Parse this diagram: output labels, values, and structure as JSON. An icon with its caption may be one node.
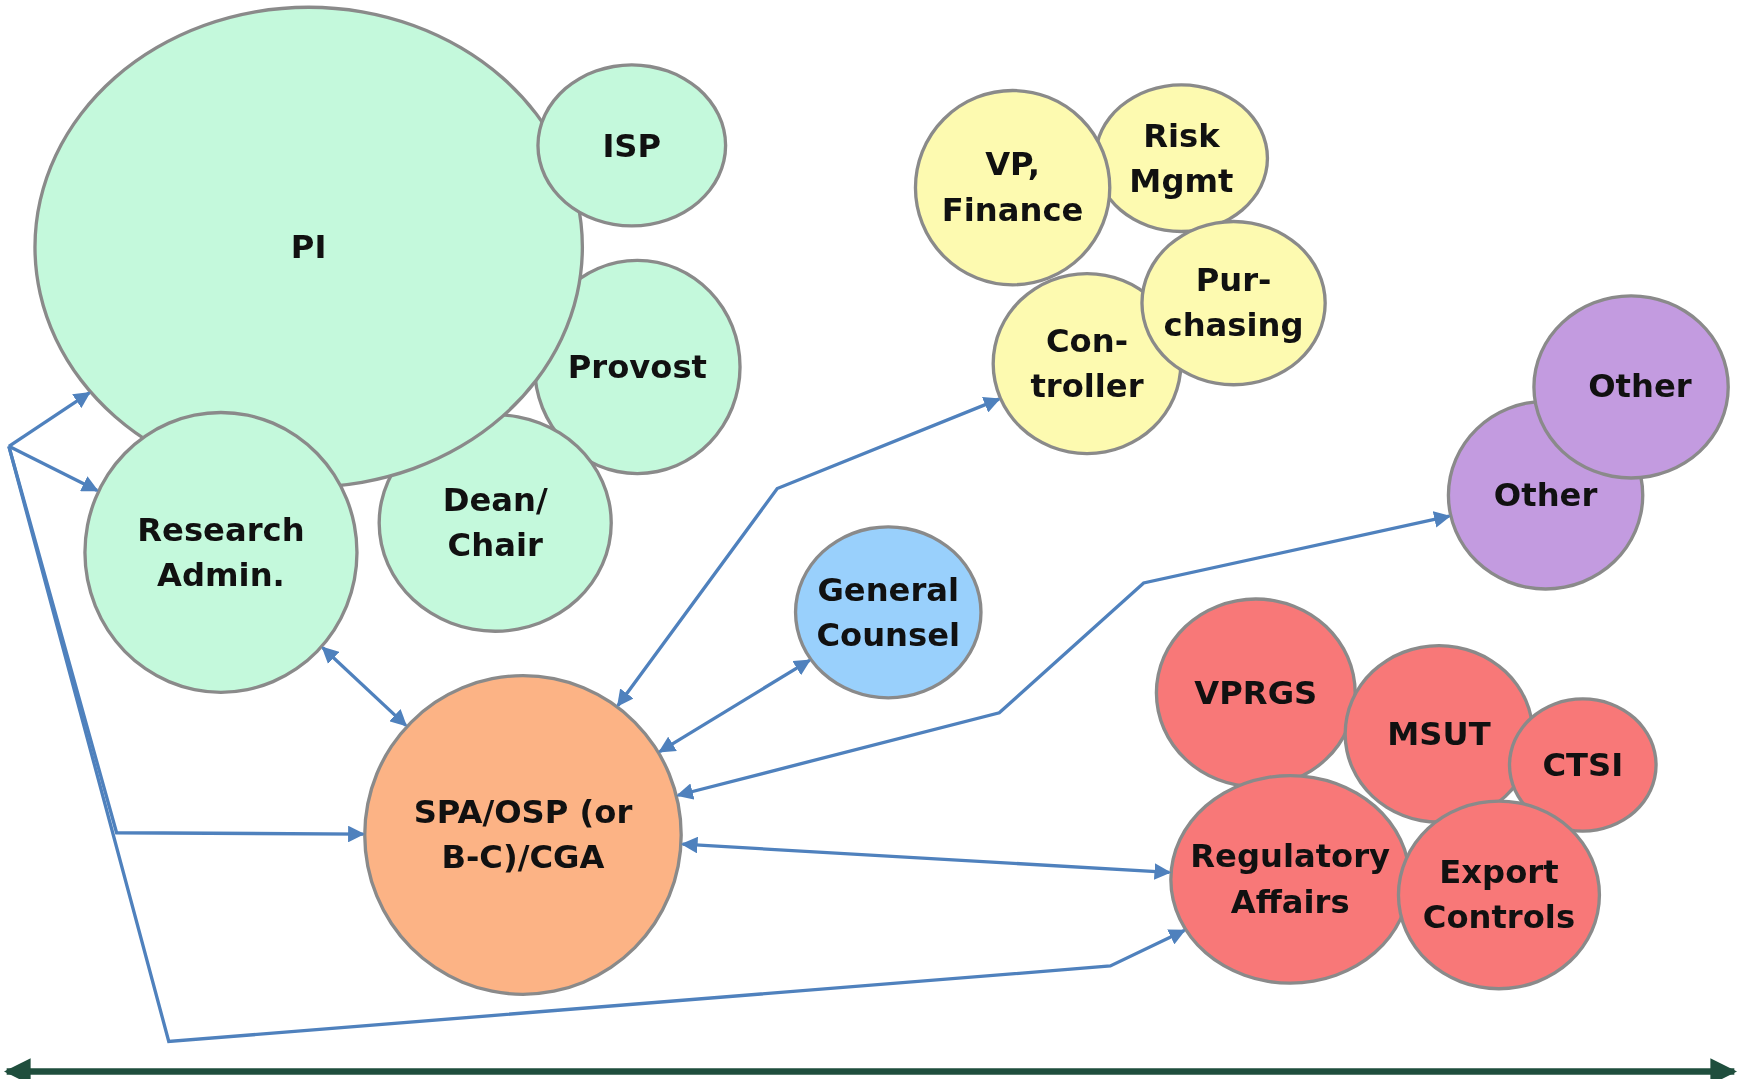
{
  "diagram": {
    "nodes": [
      {
        "text": [
          "PI"
        ]
      },
      {
        "text": [
          "ISP"
        ]
      },
      {
        "text": [
          "Provost"
        ]
      },
      {
        "text": [
          "Research Admin."
        ]
      },
      {
        "text": [
          "Dean/ Chair"
        ]
      },
      {
        "text": [
          "VP, Finance"
        ]
      },
      {
        "text": [
          "Risk Mgmt"
        ]
      },
      {
        "text": [
          "Pur- chasing"
        ]
      },
      {
        "text": [
          "Con- troller"
        ]
      },
      {
        "text": [
          "General Counsel"
        ]
      },
      {
        "text": [
          "Other"
        ]
      },
      {
        "text": [
          "Other"
        ]
      },
      {
        "text": [
          "SPA/OSP (or B-C)/CGA"
        ]
      },
      {
        "text": [
          "VPRGS"
        ]
      },
      {
        "text": [
          "MSUT"
        ]
      },
      {
        "text": [
          "CTSI"
        ]
      },
      {
        "text": [
          "Regulatory Affairs"
        ]
      },
      {
        "text": [
          "Export Controls"
        ]
      }
    ],
    "edges": [
      {
        "from": null,
        "to": 0,
        "arrow": "to"
      },
      {
        "from": null,
        "to": 3,
        "arrow": "to"
      },
      {
        "from": null,
        "to": 12,
        "arrow": "to"
      },
      {
        "from": null,
        "to": 16,
        "arrow": "to"
      },
      {
        "from": 3,
        "to": 12,
        "arrow": "both"
      },
      {
        "from": 12,
        "to": 8,
        "arrow": "both"
      },
      {
        "from": 12,
        "to": 9,
        "arrow": "both"
      },
      {
        "from": 12,
        "to": 11,
        "arrow": "both"
      },
      {
        "from": 12,
        "to": 16,
        "arrow": "both"
      }
    ]
  }
}
